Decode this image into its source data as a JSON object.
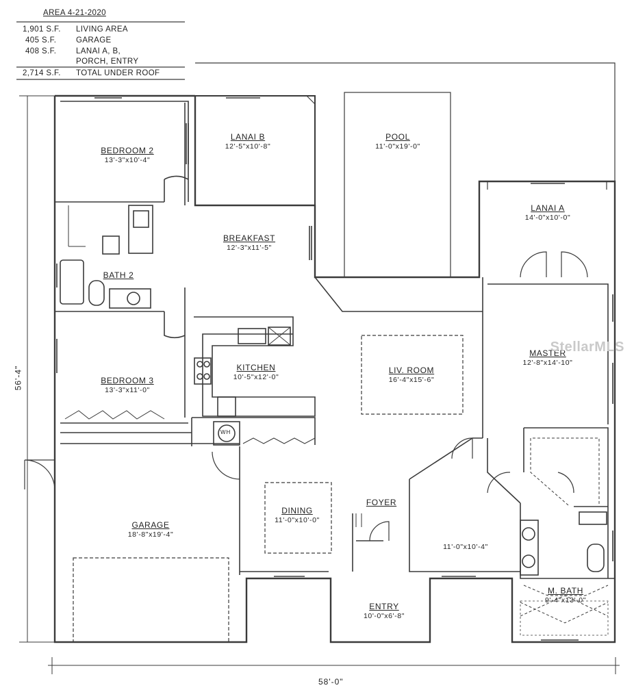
{
  "area": {
    "title": "AREA 4-21-2020",
    "rows": [
      {
        "value": "1,901 S.F.",
        "desc": "LIVING AREA"
      },
      {
        "value": "405 S.F.",
        "desc": "GARAGE"
      },
      {
        "value": "408 S.F.",
        "desc": "LANAI A, B,"
      },
      {
        "value": "",
        "desc": "PORCH, ENTRY"
      },
      {
        "value": "2,714 S.F.",
        "desc": "TOTAL UNDER ROOF"
      }
    ]
  },
  "rooms": {
    "bedroom2": {
      "name": "BEDROOM 2",
      "dims": "13'-3\"x10'-4\""
    },
    "lanai_b": {
      "name": "LANAI B",
      "dims": "12'-5\"x10'-8\""
    },
    "pool": {
      "name": "POOL",
      "dims": "11'-0\"x19'-0\""
    },
    "lanai_a": {
      "name": "LANAI A",
      "dims": "14'-0\"x10'-0\""
    },
    "breakfast": {
      "name": "BREAKFAST",
      "dims": "12'-3\"x11'-5\""
    },
    "bath2": {
      "name": "BATH 2"
    },
    "kitchen": {
      "name": "KITCHEN",
      "dims": "10'-5\"x12'-0\""
    },
    "liv_room": {
      "name": "LIV. ROOM",
      "dims": "16'-4\"x15'-6\""
    },
    "master": {
      "name": "MASTER",
      "dims": "12'-8\"x14'-10\""
    },
    "bedroom3": {
      "name": "BEDROOM 3",
      "dims": "13'-3\"x11'-0\""
    },
    "garage": {
      "name": "GARAGE",
      "dims": "18'-8\"x19'-4\""
    },
    "dining": {
      "name": "DINING",
      "dims": "11'-0\"x10'-0\""
    },
    "foyer": {
      "name": "FOYER"
    },
    "den": {
      "dims": "11'-0\"x10'-4\""
    },
    "m_bath": {
      "name": "M. BATH",
      "dims": "9'-4\"x13'-0\""
    },
    "entry": {
      "name": "ENTRY",
      "dims": "10'-0\"x6'-8\""
    }
  },
  "wh_label": "WH",
  "dimensions": {
    "width": "58'-0\"",
    "depth": "56'-4\""
  },
  "watermark": "StellarMLS",
  "colors": {
    "line": "#3a3a3a",
    "background": "#ffffff"
  }
}
